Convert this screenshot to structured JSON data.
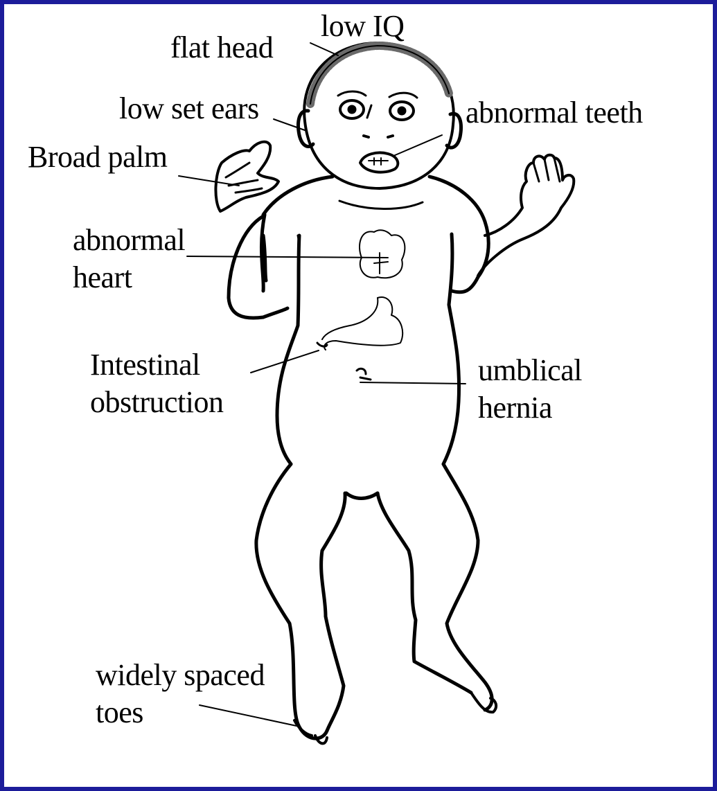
{
  "labels": {
    "low_iq": "low IQ",
    "flat_head": "flat head",
    "low_set_ears": "low set ears",
    "abnormal_teeth": "abnormal teeth",
    "broad_palm": "Broad palm",
    "abnormal_heart_1": "abnormal",
    "abnormal_heart_2": "heart",
    "intestinal_1": "Intestinal",
    "intestinal_2": "obstruction",
    "umbilical_1": "umblical",
    "umbilical_2": "hernia",
    "toes_1": "widely spaced",
    "toes_2": "toes"
  },
  "colors": {
    "border": "#1c1c9a",
    "ink": "#000000",
    "background": "#ffffff"
  }
}
